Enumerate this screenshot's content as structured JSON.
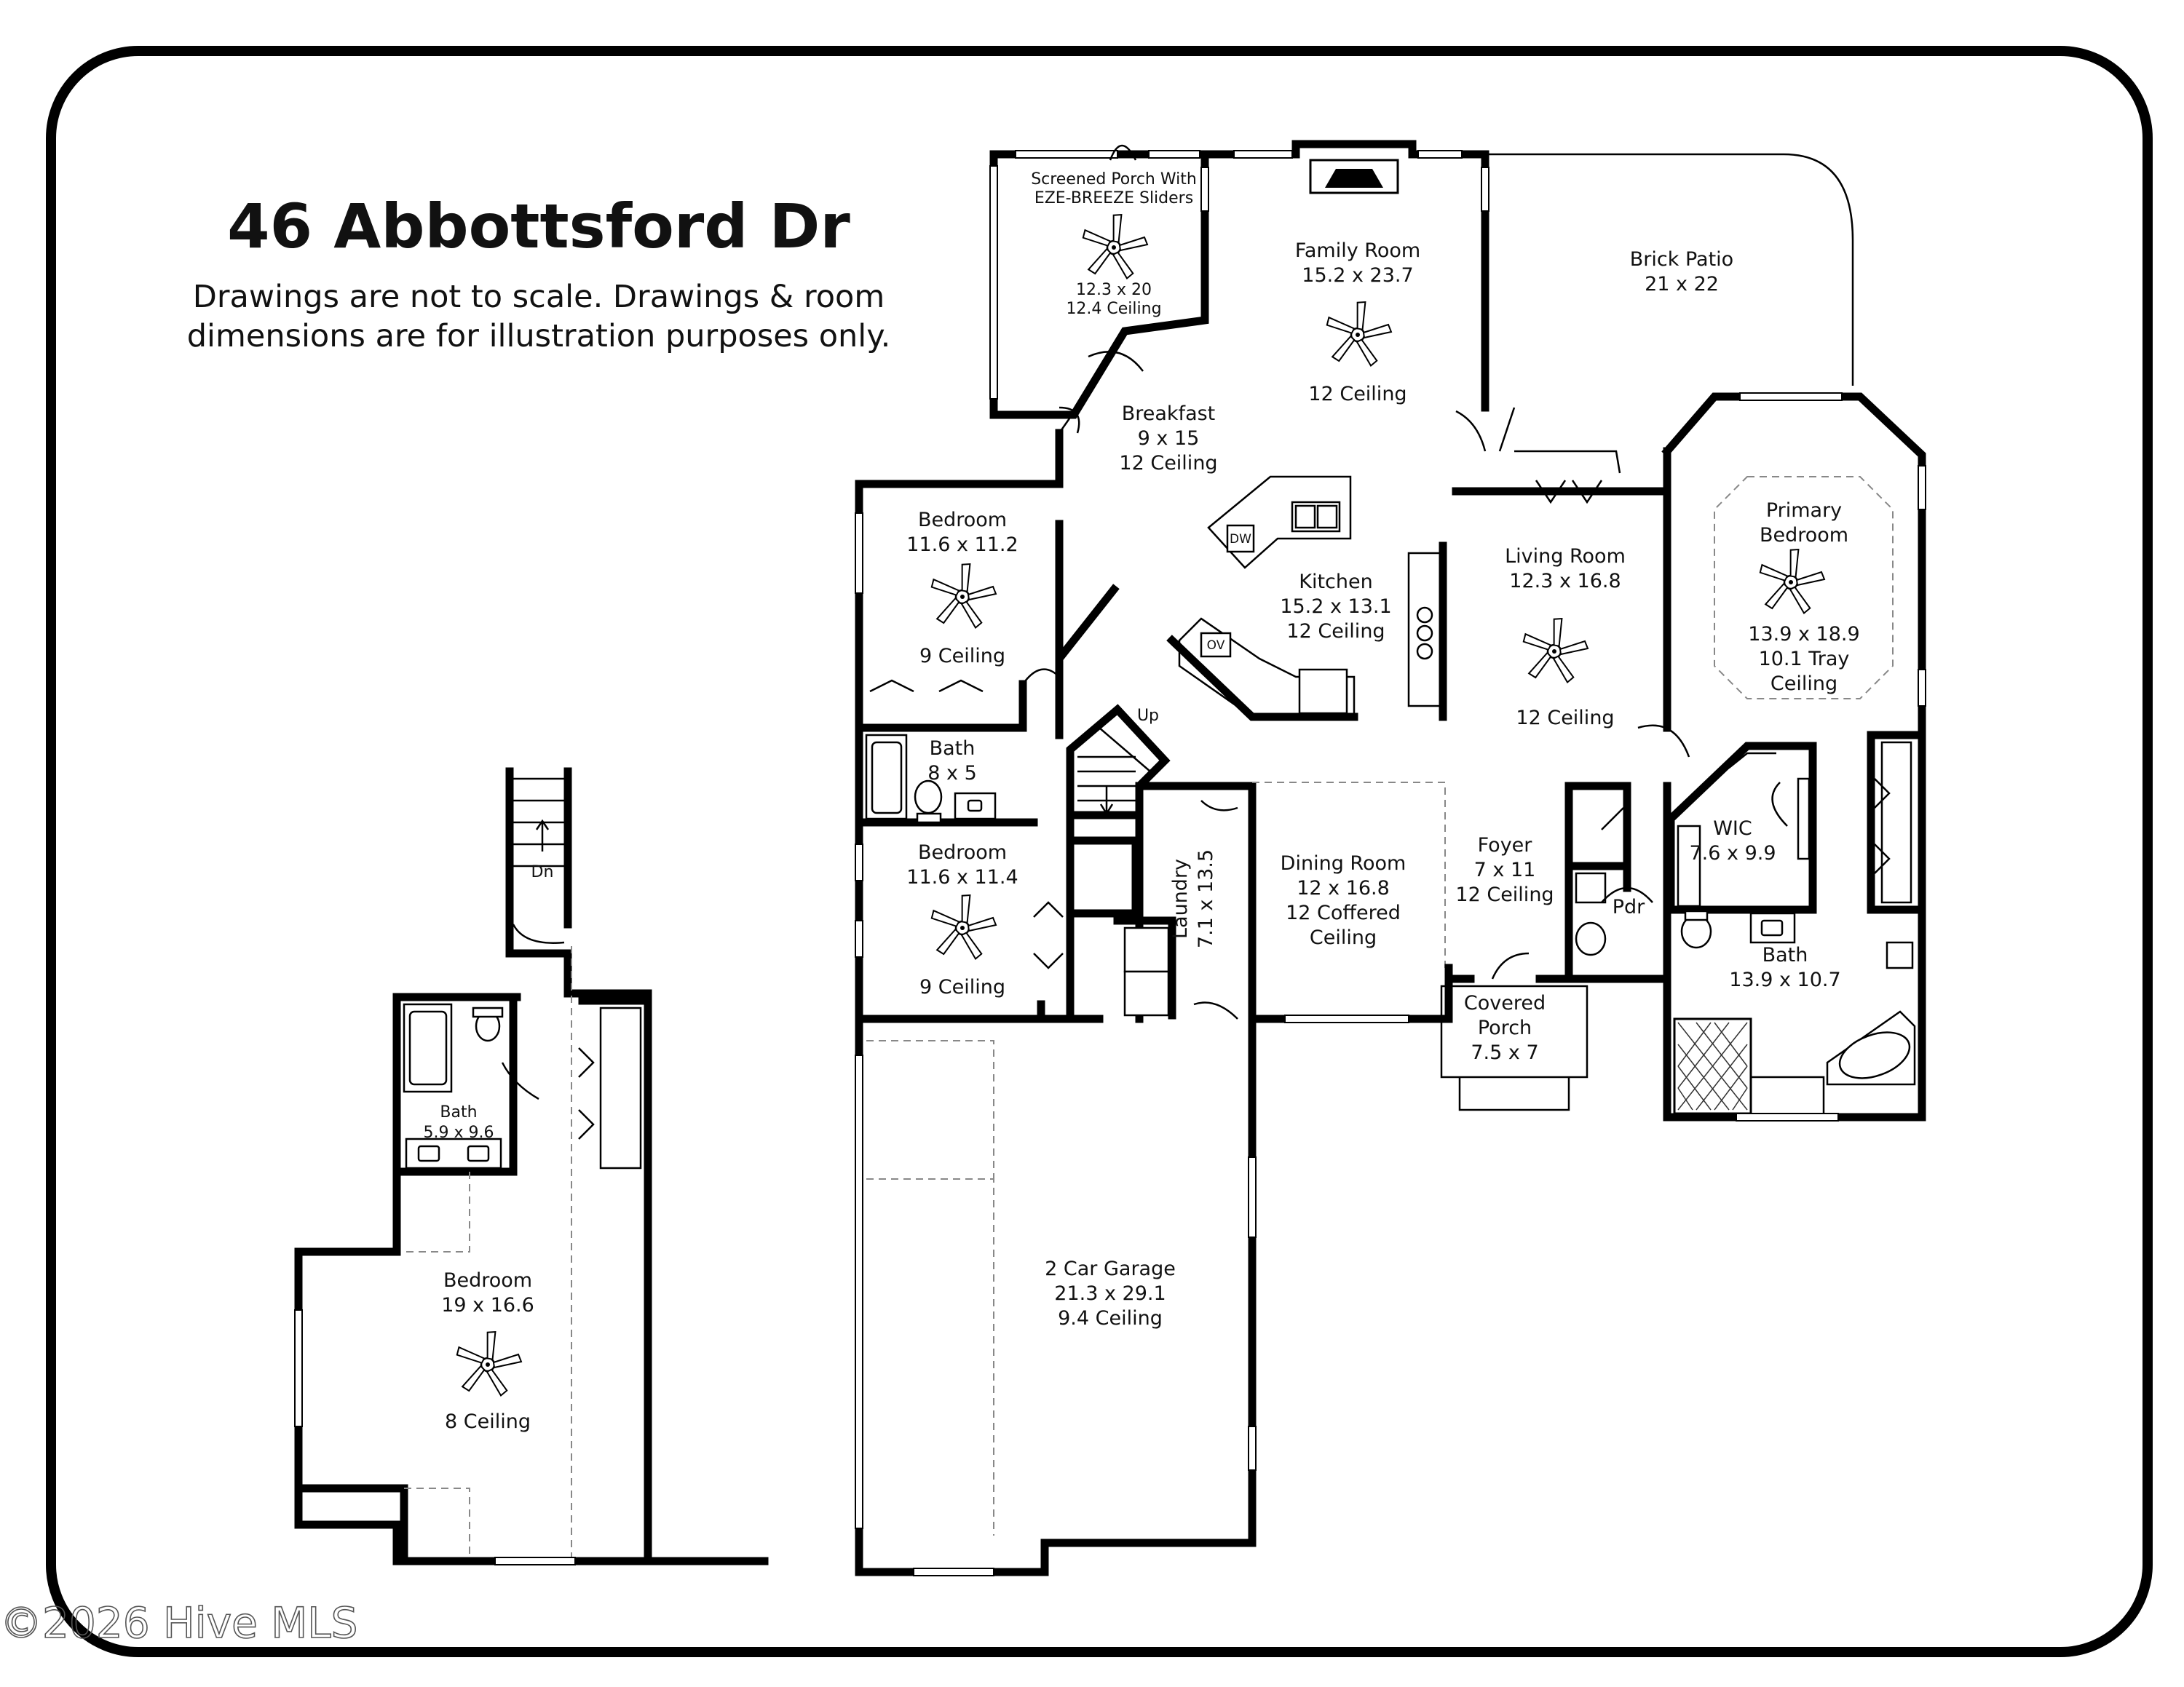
{
  "title": "46 Abbottsford Dr",
  "disclaimer": {
    "line1": "Drawings are not to scale. Drawings & room",
    "line2": "dimensions are for illustration purposes only."
  },
  "watermark": "©2026 Hive MLS",
  "rooms": {
    "screened_porch": {
      "name1": "Screened Porch With",
      "name2": "EZE-BREEZE Sliders",
      "dim": "12.3 x 20",
      "ceiling": "12.4 Ceiling"
    },
    "family_room": {
      "name": "Family Room",
      "dim": "15.2 x 23.7",
      "ceiling": "12 Ceiling"
    },
    "brick_patio": {
      "name": "Brick Patio",
      "dim": "21 x 22"
    },
    "breakfast": {
      "name": "Breakfast",
      "dim": "9 x 15",
      "ceiling": "12 Ceiling"
    },
    "kitchen": {
      "name": "Kitchen",
      "dim": "15.2 x 13.1",
      "ceiling": "12 Ceiling",
      "dw": "DW",
      "ov": "OV"
    },
    "living_room": {
      "name": "Living Room",
      "dim": "12.3 x 16.8",
      "ceiling": "12 Ceiling"
    },
    "primary_bedroom": {
      "name1": "Primary",
      "name2": "Bedroom",
      "dim": "13.9 x 18.9",
      "ceiling1": "10.1 Tray",
      "ceiling2": "Ceiling"
    },
    "bedroom_1": {
      "name": "Bedroom",
      "dim": "11.6 x 11.2",
      "ceiling": "9 Ceiling"
    },
    "bath_1": {
      "name": "Bath",
      "dim": "8 x 5"
    },
    "bedroom_2": {
      "name": "Bedroom",
      "dim": "11.6 x 11.4",
      "ceiling": "9 Ceiling"
    },
    "stairs": {
      "up": "Up",
      "dn": "Dn"
    },
    "laundry": {
      "name": "Laundry",
      "dim": "7.1 x 13.5"
    },
    "dining_room": {
      "name": "Dining Room",
      "dim": "12 x 16.8",
      "ceiling1": "12 Coffered",
      "ceiling2": "Ceiling"
    },
    "foyer": {
      "name": "Foyer",
      "dim": "7 x 11",
      "ceiling": "12 Ceiling"
    },
    "pdr": {
      "name": "Pdr"
    },
    "wic": {
      "name": "WIC",
      "dim": "7.6 x 9.9"
    },
    "primary_bath": {
      "name": "Bath",
      "dim": "13.9 x 10.7"
    },
    "covered_porch": {
      "name1": "Covered",
      "name2": "Porch",
      "dim": "7.5 x 7"
    },
    "garage": {
      "name": "2 Car Garage",
      "dim": "21.3 x 29.1",
      "ceiling": "9.4 Ceiling"
    },
    "bonus_bath": {
      "name": "Bath",
      "dim": "5.9 x 9.6"
    },
    "bonus_bedroom": {
      "name": "Bedroom",
      "dim": "19 x 16.6",
      "ceiling": "8 Ceiling"
    }
  }
}
